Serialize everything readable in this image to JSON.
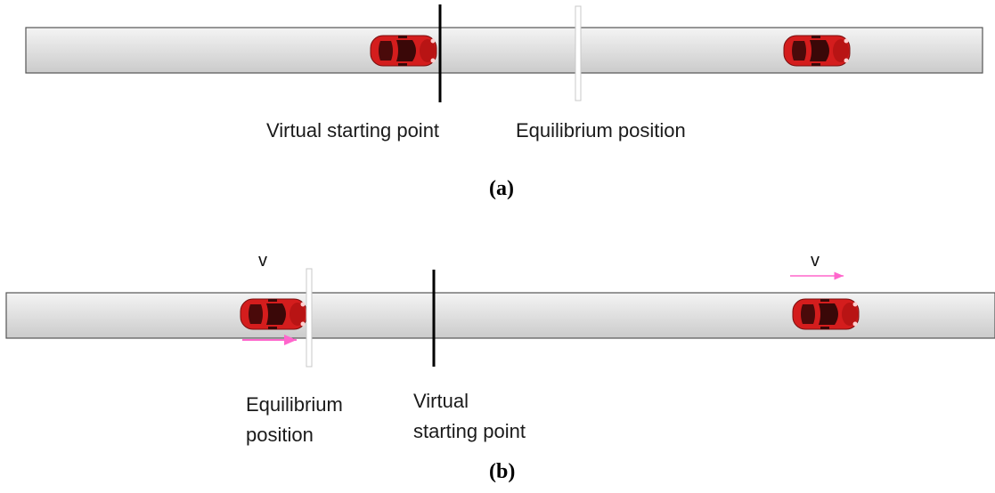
{
  "panel_a": {
    "labels": {
      "virtual_starting_point": "Virtual starting point",
      "equilibrium_position": "Equilibrium position"
    },
    "caption": "(a)"
  },
  "panel_b": {
    "labels": {
      "equilibrium_position_line1": "Equilibrium",
      "equilibrium_position_line2": "position",
      "virtual_starting_point_line1": "Virtual",
      "virtual_starting_point_line2": "starting point",
      "velocity_left": "v",
      "velocity_right": "v"
    },
    "caption": "(b)"
  },
  "colors": {
    "road_fill_top": "#f2f2f2",
    "road_fill_bottom": "#cfcfcf",
    "road_edge": "#444444",
    "car_body": "#d01c1c",
    "car_dark": "#6a0c0c",
    "virtual_line": "#000000",
    "equilibrium_line": "#ffffff",
    "velocity_arrow": "#ff66cc"
  }
}
